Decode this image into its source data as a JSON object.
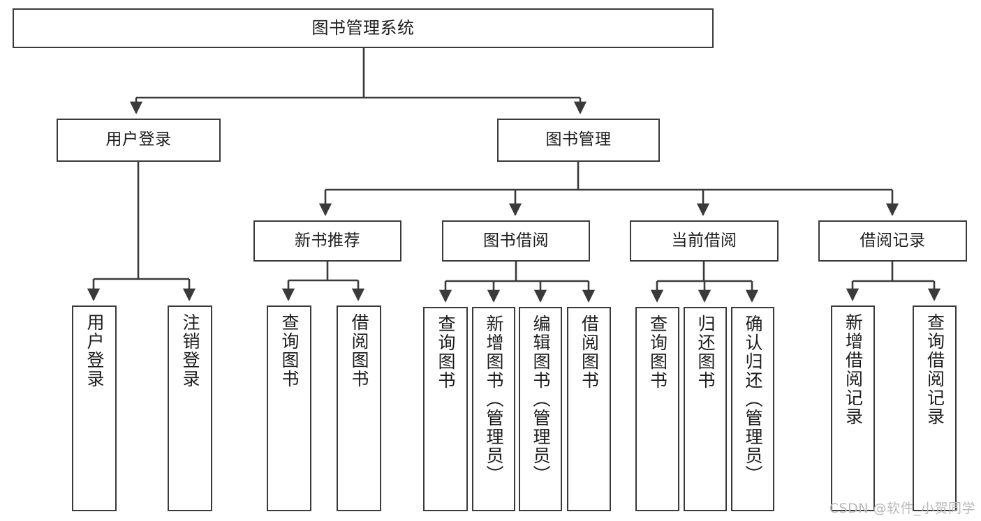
{
  "diagram": {
    "title": "图书管理系统",
    "watermark": "CSDN @软件_小贺同学",
    "levels": {
      "root": {
        "label": "图书管理系统"
      },
      "level2": [
        {
          "label": "用户登录"
        },
        {
          "label": "图书管理"
        }
      ],
      "level3": [
        {
          "label": "新书推荐"
        },
        {
          "label": "图书借阅"
        },
        {
          "label": "当前借阅"
        },
        {
          "label": "借阅记录"
        }
      ],
      "leaves": {
        "user_login": [
          {
            "label": "用户登录"
          },
          {
            "label": "注销登录"
          }
        ],
        "new_book_recommend": [
          {
            "label": "查询图书"
          },
          {
            "label": "借阅图书"
          }
        ],
        "book_borrow": [
          {
            "label": "查询图书"
          },
          {
            "label": "新增图书（管理员）"
          },
          {
            "label": "编辑图书（管理员）"
          },
          {
            "label": "借阅图书"
          }
        ],
        "current_borrow": [
          {
            "label": "查询图书"
          },
          {
            "label": "归还图书"
          },
          {
            "label": "确认归还（管理员）"
          }
        ],
        "borrow_record": [
          {
            "label": "新增借阅记录"
          },
          {
            "label": "查询借阅记录"
          }
        ]
      }
    },
    "colors": {
      "stroke": "#3a3a3a",
      "background": "#ffffff",
      "text": "#1c1c1c",
      "watermark": "#b9b9b9"
    }
  }
}
